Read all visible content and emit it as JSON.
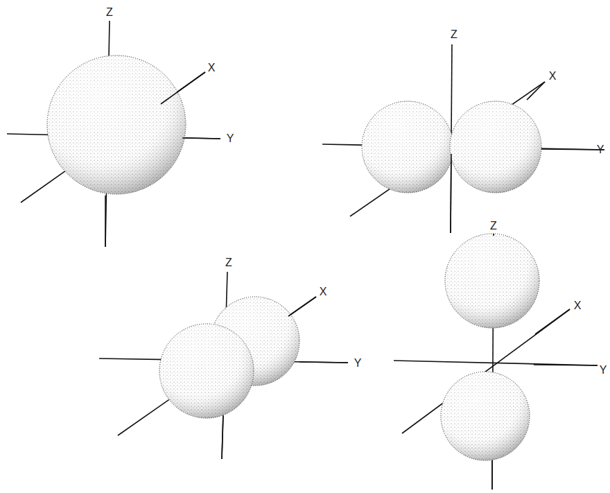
{
  "diagram": {
    "labels": [
      "Z",
      "X",
      "Y",
      "Z",
      "X",
      "Y",
      "Z",
      "X",
      "Y",
      "Z",
      "X",
      "Y"
    ]
  }
}
